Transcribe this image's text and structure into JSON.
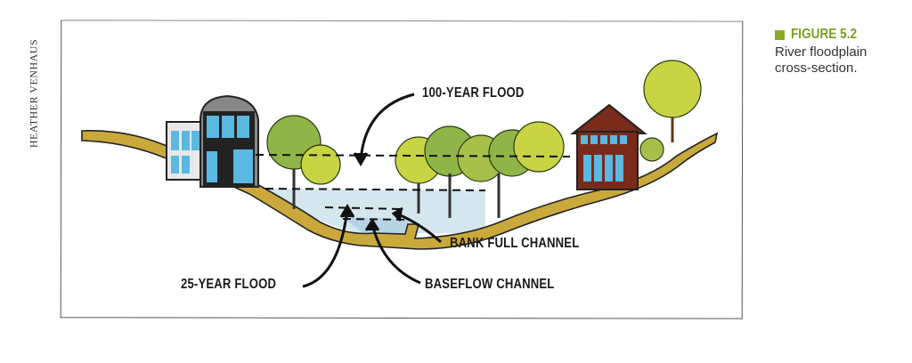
{
  "credit": "HEATHER VENHAUS",
  "figure": {
    "number": "FIGURE 5.2",
    "caption": "River floodplain cross-section.",
    "accent_color": "#8aaa28"
  },
  "diagram": {
    "labels": {
      "flood_100": "100-YEAR FLOOD",
      "flood_25": "25-YEAR FLOOD",
      "bank_full": "BANK FULL CHANNEL",
      "baseflow": "BASEFLOW CHANNEL"
    },
    "colors": {
      "ground": "#c9a93c",
      "water": "#cfe3ec",
      "tree_green": "#8fb548",
      "tree_yellow": "#c9d445",
      "house_brown": "#7a2a1a",
      "window_blue": "#5bb8e0"
    }
  }
}
